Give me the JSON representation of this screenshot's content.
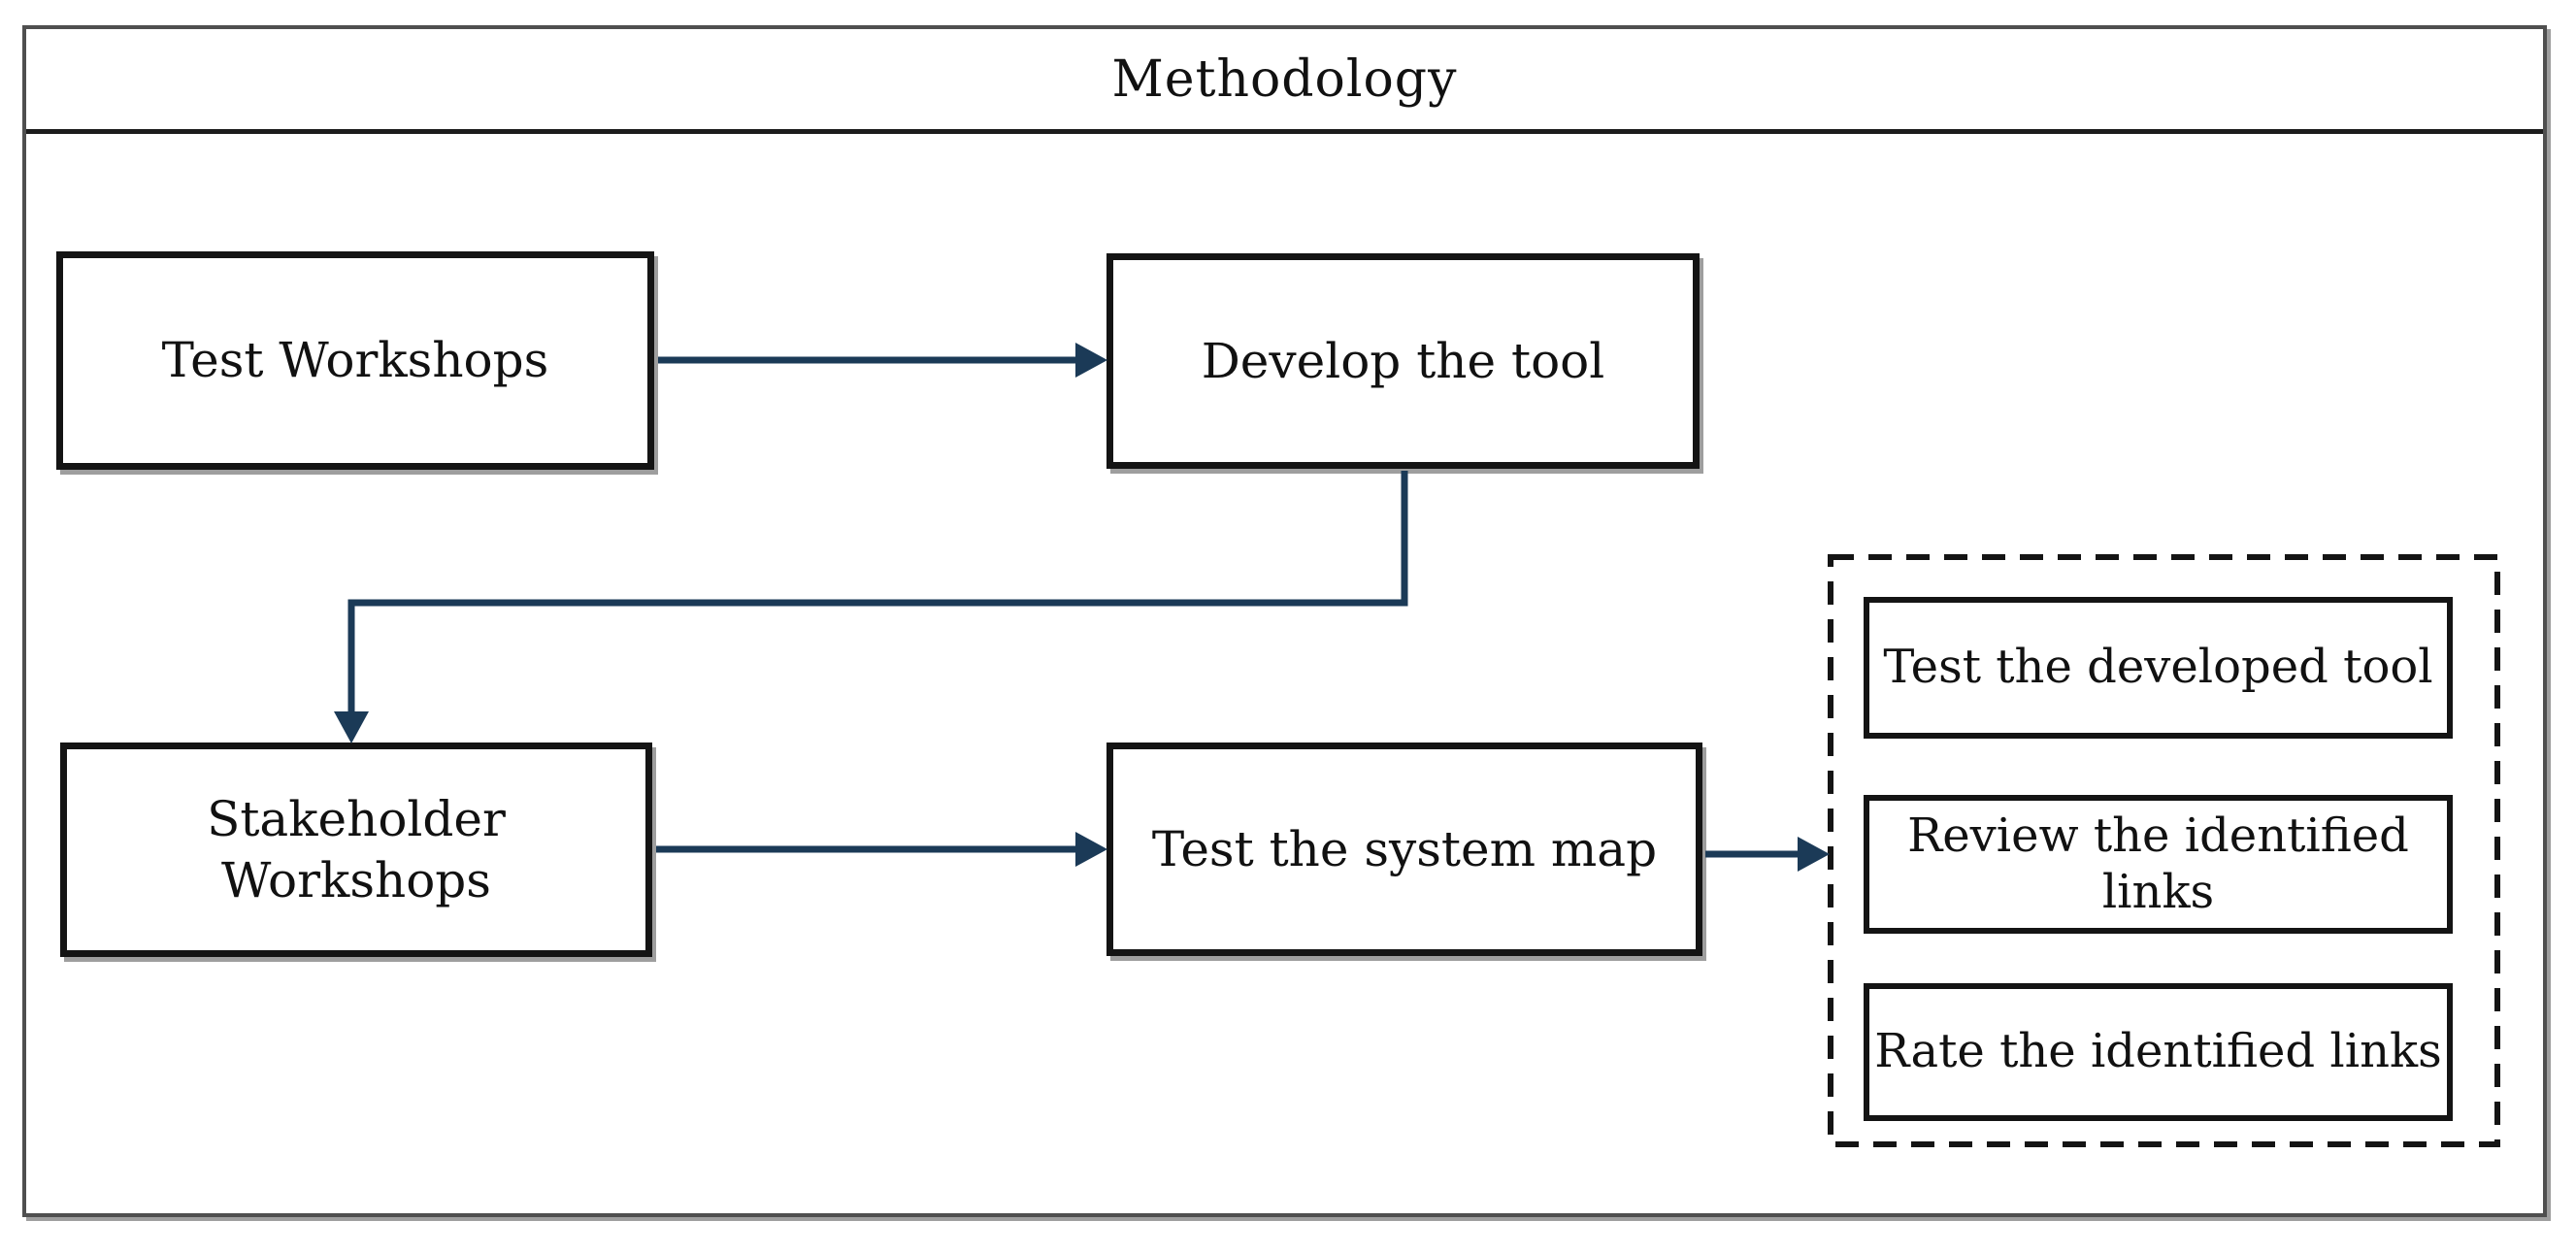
{
  "figure": {
    "title": "Methodology"
  },
  "colors": {
    "arrow": "#1b3a57",
    "node_border": "#141414",
    "frame_border": "#4f4f4f",
    "shadow": "#9e9e9e"
  },
  "flow": {
    "nodes": [
      {
        "id": "test-workshops",
        "label": "Test Workshops"
      },
      {
        "id": "develop-tool",
        "label": "Develop the tool"
      },
      {
        "id": "stakeholder-workshops",
        "label": "Stakeholder Workshops"
      },
      {
        "id": "test-system-map",
        "label": "Test the system map"
      }
    ],
    "dashed_group": {
      "items": [
        {
          "label": "Test the developed tool"
        },
        {
          "label": "Review the identified links"
        },
        {
          "label": "Rate the identified links"
        }
      ]
    },
    "edges": [
      {
        "from": "test-workshops",
        "to": "develop-tool"
      },
      {
        "from": "develop-tool",
        "to": "stakeholder-workshops"
      },
      {
        "from": "stakeholder-workshops",
        "to": "test-system-map"
      },
      {
        "from": "test-system-map",
        "to": "dashed-group"
      }
    ]
  }
}
